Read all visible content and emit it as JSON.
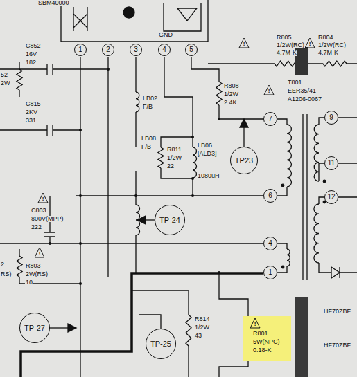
{
  "diagram": {
    "nodes": [
      {
        "text": [
          "1"
        ]
      },
      {
        "text": [
          "2"
        ]
      },
      {
        "text": [
          "3"
        ]
      },
      {
        "text": [
          "4"
        ]
      },
      {
        "text": [
          "5"
        ]
      },
      {
        "text": [
          "9"
        ]
      },
      {
        "text": [
          "7"
        ]
      },
      {
        "text": [
          "TP23"
        ]
      },
      {
        "text": [
          "11"
        ]
      },
      {
        "text": [
          "6"
        ]
      },
      {
        "text": [
          "12"
        ]
      },
      {
        "text": [
          "TP-24"
        ]
      },
      {
        "text": [
          "4"
        ]
      },
      {
        "text": [
          "1"
        ]
      },
      {
        "text": [
          "TP-27"
        ]
      },
      {
        "text": [
          "TP-25"
        ]
      }
    ],
    "labels": [
      "SBM40000",
      "GND",
      "C852",
      "16V",
      "182",
      "52",
      "2W",
      "C815",
      "2KV",
      "331",
      "LB02",
      "F/B",
      "LB08",
      "F/B",
      "R811",
      "1/2W",
      "22",
      "LB06",
      "[ALD3]",
      "1080uH",
      "R808",
      "1/2W",
      "2.4K",
      "R805",
      "1/2W(RC)",
      "4.7M-K",
      "R804",
      "1/2W(RC)",
      "4.7M-K",
      "T801",
      "EER35/41",
      "A1206-0067",
      "C803",
      "800V(MPP)",
      "222",
      "R803",
      "2W(RS)",
      "10",
      "2",
      "RS)",
      "R814",
      "1/2W",
      "43",
      "R801",
      "5W(NPC)",
      "0.18-K",
      "HF70ZBF",
      "HF70ZBF",
      "!",
      "!",
      "!",
      "!",
      "!",
      "!"
    ]
  }
}
